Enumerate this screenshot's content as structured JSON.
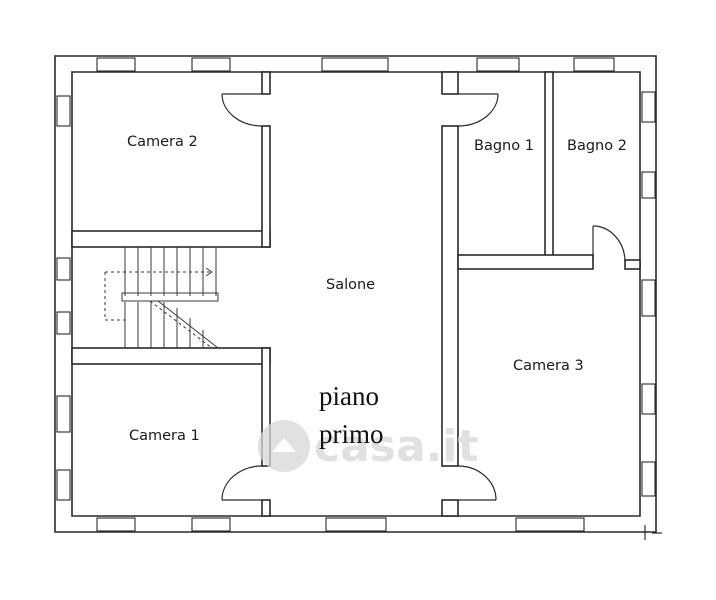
{
  "rooms": {
    "camera_2": "Camera 2",
    "bagno_1": "Bagno 1",
    "bagno_2": "Bagno 2",
    "salone": "Salone",
    "camera_3": "Camera 3",
    "camera_1": "Camera 1"
  },
  "floor_label": {
    "line1": "piano",
    "line2": "primo"
  },
  "watermark": {
    "text": "casa.it"
  },
  "colors": {
    "wall": "#2a2a2a",
    "background": "#ffffff",
    "watermark": "#d7d7d7"
  }
}
